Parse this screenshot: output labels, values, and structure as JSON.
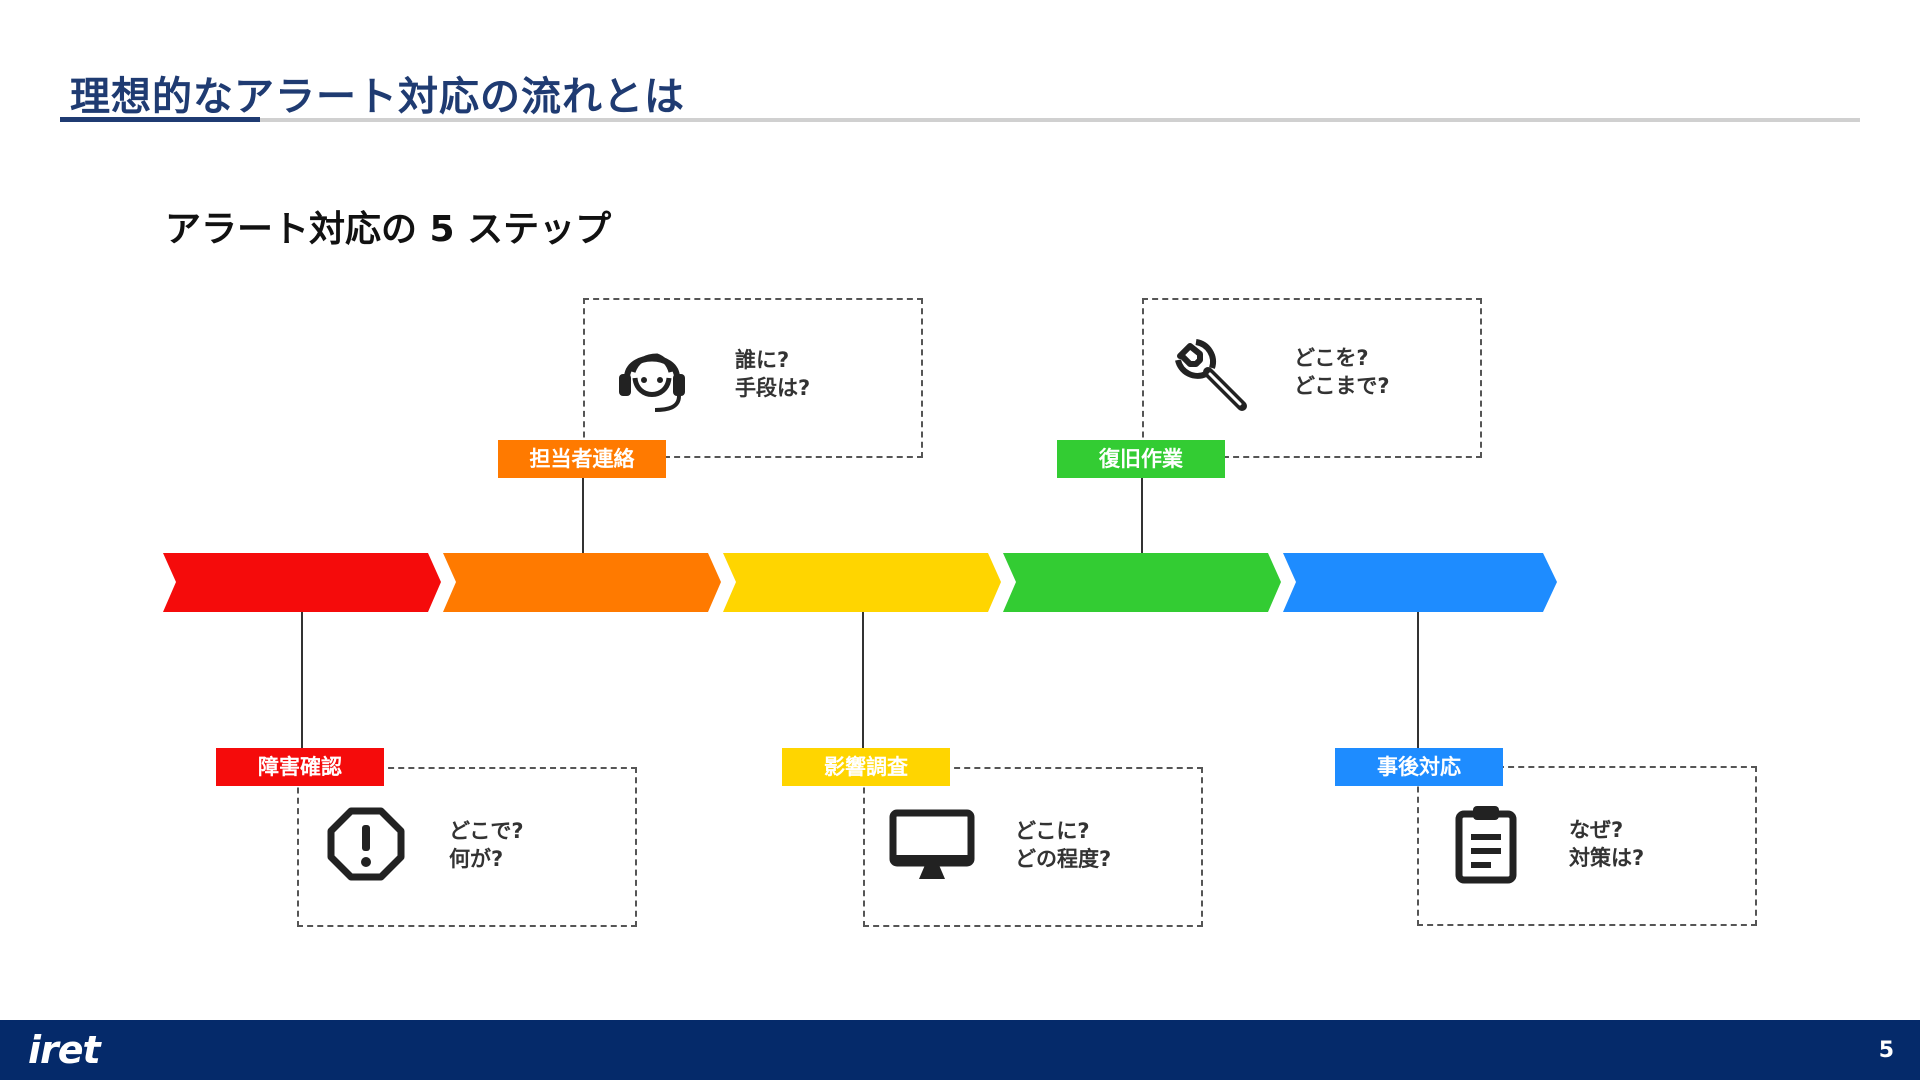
{
  "header": {
    "title": "理想的なアラート対応の流れとは"
  },
  "section": {
    "heading": "アラート対応の 5 ステップ"
  },
  "steps": [
    {
      "label": "障害確認",
      "color": "#f50b0b",
      "icon": "alert-octagon-icon",
      "lines": [
        "どこで?",
        "何が?"
      ]
    },
    {
      "label": "担当者連絡",
      "color": "#ff7a00",
      "icon": "headset-person-icon",
      "lines": [
        "誰に?",
        "手段は?"
      ]
    },
    {
      "label": "影響調査",
      "color": "#ffd500",
      "icon": "monitor-icon",
      "lines": [
        "どこに?",
        "どの程度?"
      ]
    },
    {
      "label": "復旧作業",
      "color": "#33cc33",
      "icon": "wrench-icon",
      "lines": [
        "どこを?",
        "どこまで?"
      ]
    },
    {
      "label": "事後対応",
      "color": "#1e8cff",
      "icon": "clipboard-icon",
      "lines": [
        "なぜ?",
        "対策は?"
      ]
    }
  ],
  "footer": {
    "logo": "iret",
    "page_number": "5"
  }
}
